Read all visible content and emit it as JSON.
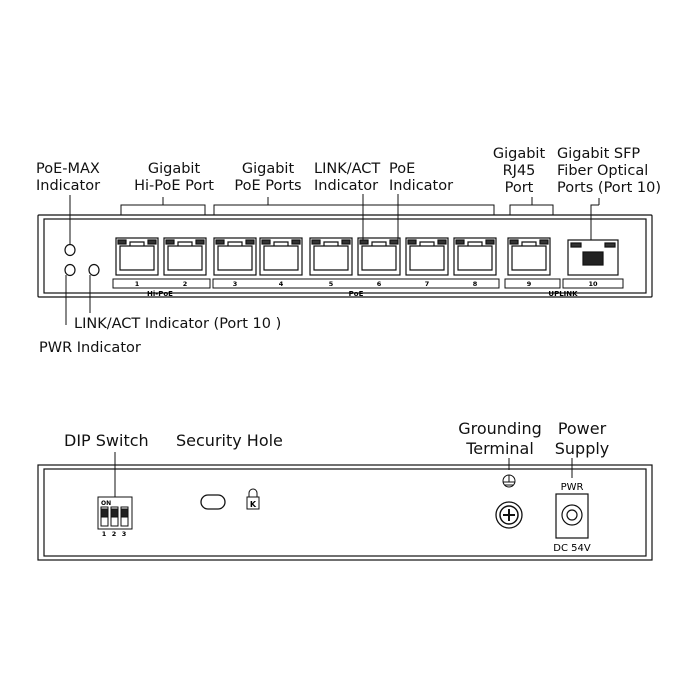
{
  "front_panel": {
    "callouts": {
      "poe_max_indicator": "PoE-MAX\nIndicator",
      "hi_poe_port": "Gigabit\nHi-PoE Port",
      "poe_ports": "Gigabit\nPoE Ports",
      "link_act_indicator": "LINK/ACT\nIndicator",
      "poe_indicator": "PoE\nIndicator",
      "rj45_port": "Gigabit\nRJ45\nPort",
      "sfp_port": "Gigabit SFP\nFiber Optical\nPorts (Port 10)",
      "link_act_port10": "LINK/ACT Indicator (Port 10 )",
      "pwr_indicator": "PWR Indicator"
    },
    "port_numbers": [
      "1",
      "2",
      "3",
      "4",
      "5",
      "6",
      "7",
      "8",
      "9",
      "10"
    ],
    "group_labels": {
      "hi_poe": "Hi-PoE",
      "poe": "PoE",
      "uplink": "UPLINK"
    }
  },
  "rear_panel": {
    "callouts": {
      "dip_switch": "DIP Switch",
      "security_hole": "Security Hole",
      "grounding_terminal": "Grounding\nTerminal",
      "power_supply": "Power\nSupply"
    },
    "dip_on_label": "ON",
    "dip_numbers": [
      "1",
      "2",
      "3"
    ],
    "lock_glyph": "K",
    "pwr_label": "PWR",
    "dc_label": "DC 54V"
  }
}
